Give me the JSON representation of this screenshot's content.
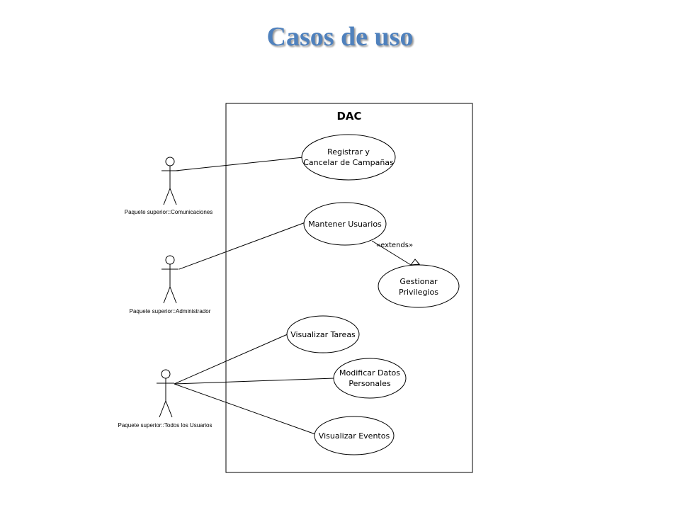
{
  "title": "Casos de uso",
  "system": {
    "name": "DAC"
  },
  "actors": [
    {
      "id": "comunicaciones",
      "label": "Paquete superior::Comunicaciones"
    },
    {
      "id": "administrador",
      "label": "Paquete superior::Administrador"
    },
    {
      "id": "todos",
      "label": "Paquete superior::Todos los Usuarios"
    }
  ],
  "use_cases": [
    {
      "id": "registrar",
      "lines": [
        "Registrar y",
        "Cancelar de Campañas"
      ]
    },
    {
      "id": "mantener",
      "lines": [
        "Mantener Usuarios"
      ]
    },
    {
      "id": "gestionar",
      "lines": [
        "Gestionar",
        "Privilegios"
      ]
    },
    {
      "id": "visualizar-tareas",
      "lines": [
        "Visualizar Tareas"
      ]
    },
    {
      "id": "modificar",
      "lines": [
        "Modificar Datos",
        "Personales"
      ]
    },
    {
      "id": "visualizar-eventos",
      "lines": [
        "Visualizar Eventos"
      ]
    }
  ],
  "relations": [
    {
      "from": "comunicaciones",
      "to": "registrar",
      "type": "association"
    },
    {
      "from": "administrador",
      "to": "mantener",
      "type": "association"
    },
    {
      "from": "mantener",
      "to": "gestionar",
      "type": "extends",
      "label": "«extends»"
    },
    {
      "from": "todos",
      "to": "visualizar-tareas",
      "type": "association"
    },
    {
      "from": "todos",
      "to": "modificar",
      "type": "association"
    },
    {
      "from": "todos",
      "to": "visualizar-eventos",
      "type": "association"
    }
  ]
}
